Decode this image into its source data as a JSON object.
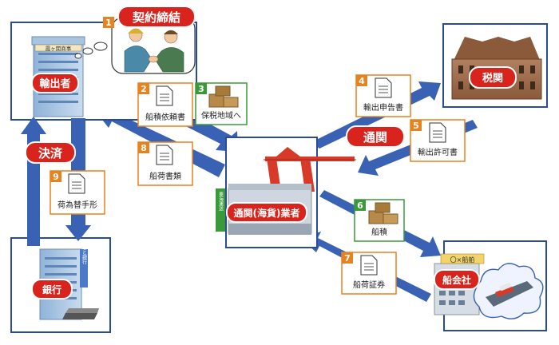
{
  "colors": {
    "frame": "#2a4a9a",
    "arrow": "#3a62b4",
    "orange": "#e8821e",
    "green": "#3a9a3a",
    "red": "#d8241c",
    "cloud_fill": "#eef3ff"
  },
  "entities": {
    "exporter": "輸出者",
    "exporter_sign": "霞ヶ関商事",
    "customs": "税関",
    "broker": "通関(海貨)業者",
    "broker_sign": "東海運送",
    "bank": "銀行",
    "bank_sign": "みなと銀行",
    "shipping": "船会社",
    "shipping_sign": "〇×船舶"
  },
  "banners": {
    "contract": "契約締結",
    "payment": "決済",
    "clearance": "通関"
  },
  "steps": [
    {
      "num": "1",
      "label": ""
    },
    {
      "num": "2",
      "label": "船積依頼書"
    },
    {
      "num": "3",
      "label": "保税地域へ"
    },
    {
      "num": "4",
      "label": "輸出申告書"
    },
    {
      "num": "5",
      "label": "輸出許可書"
    },
    {
      "num": "6",
      "label": "船積"
    },
    {
      "num": "7",
      "label": "船荷証券"
    },
    {
      "num": "8",
      "label": "船荷書類"
    },
    {
      "num": "9",
      "label": "荷為替手形"
    }
  ]
}
